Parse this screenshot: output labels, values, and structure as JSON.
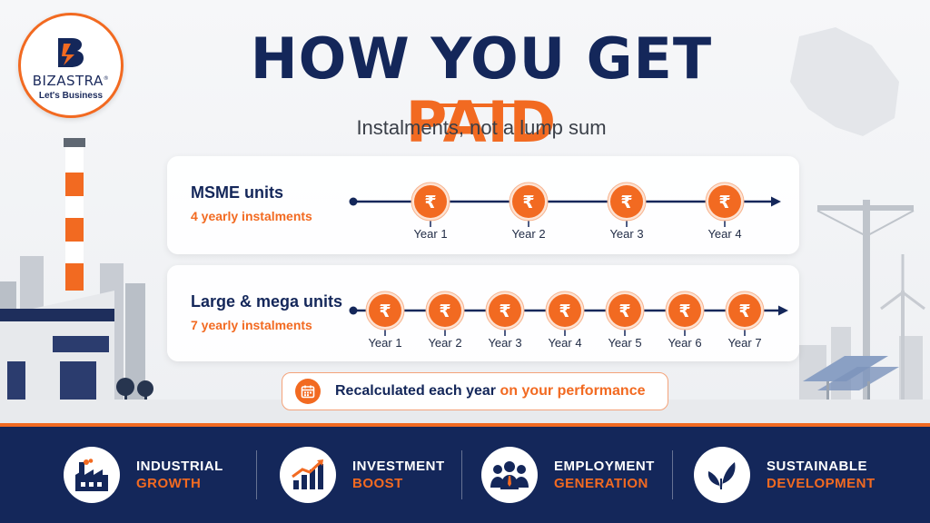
{
  "brand": {
    "name": "BIZASTRA",
    "registered": "®",
    "tagline": "Let's Business",
    "colors": {
      "navy": "#14275a",
      "orange": "#f26a21"
    }
  },
  "header": {
    "title_part1": "HOW YOU GET",
    "title_part2": "PAID",
    "subtitle": "Instalments, not a lump sum"
  },
  "plans": [
    {
      "title": "MSME units",
      "subtitle": "4 yearly instalments",
      "icon": "rupee-icon",
      "instalments": [
        "Year 1",
        "Year 2",
        "Year 3",
        "Year 4"
      ]
    },
    {
      "title": "Large & mega units",
      "subtitle": "7 yearly instalments",
      "icon": "rupee-icon",
      "instalments": [
        "Year 1",
        "Year 2",
        "Year 3",
        "Year 4",
        "Year 5",
        "Year 6",
        "Year 7"
      ]
    }
  ],
  "note": {
    "icon": "calendar-icon",
    "text_main": "Recalculated each year",
    "text_highlight": "on your performance"
  },
  "features": [
    {
      "icon": "factory-icon",
      "line1": "INDUSTRIAL",
      "line2": "GROWTH"
    },
    {
      "icon": "growth-chart-icon",
      "line1": "INVESTMENT",
      "line2": "BOOST"
    },
    {
      "icon": "people-icon",
      "line1": "EMPLOYMENT",
      "line2": "GENERATION"
    },
    {
      "icon": "leaf-icon",
      "line1": "SUSTAINABLE",
      "line2": "DEVELOPMENT"
    }
  ]
}
